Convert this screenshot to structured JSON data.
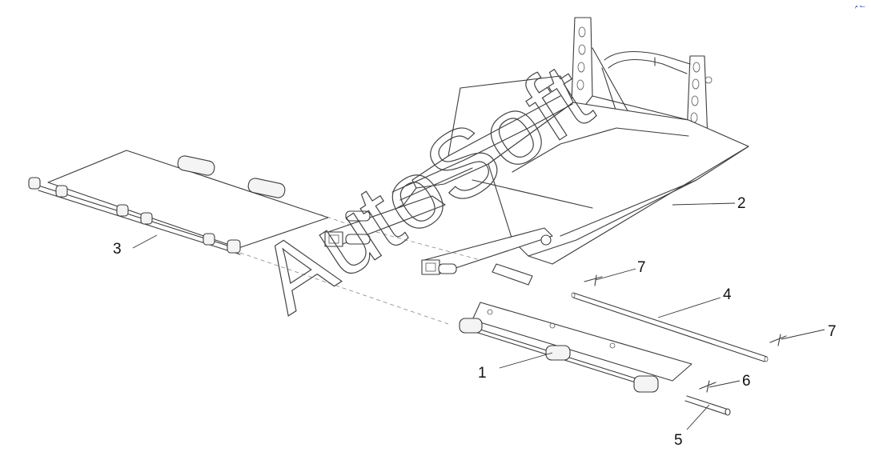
{
  "callouts": {
    "c1": "1",
    "c2": "2",
    "c3": "3",
    "c4": "4",
    "c5": "5",
    "c6": "6",
    "c7a": "7",
    "c7b": "7"
  },
  "watermark": "AutoSoft",
  "corner_mark": "ــه م"
}
